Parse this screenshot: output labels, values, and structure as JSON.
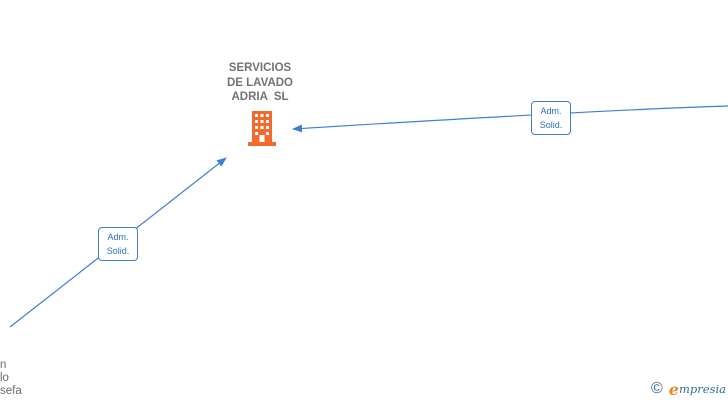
{
  "company": {
    "name_lines": [
      "SERVICIOS",
      "DE LAVADO",
      "ADRIA  SL"
    ],
    "icon": "building-icon",
    "icon_color": "#f26a2e"
  },
  "edges": [
    {
      "label_line1": "Adm.",
      "label_line2": "Solid."
    },
    {
      "label_line1": "Adm.",
      "label_line2": "Solid."
    }
  ],
  "people": {
    "left_partial_lines": [
      "n",
      "lo",
      "sefa"
    ]
  },
  "brand": {
    "copyright_symbol": "©",
    "logo_initial": "e",
    "logo_rest": "mpresia"
  },
  "colors": {
    "edge": "#3f7fd0",
    "label_text": "#2f6dbf",
    "node_text": "#737373"
  }
}
